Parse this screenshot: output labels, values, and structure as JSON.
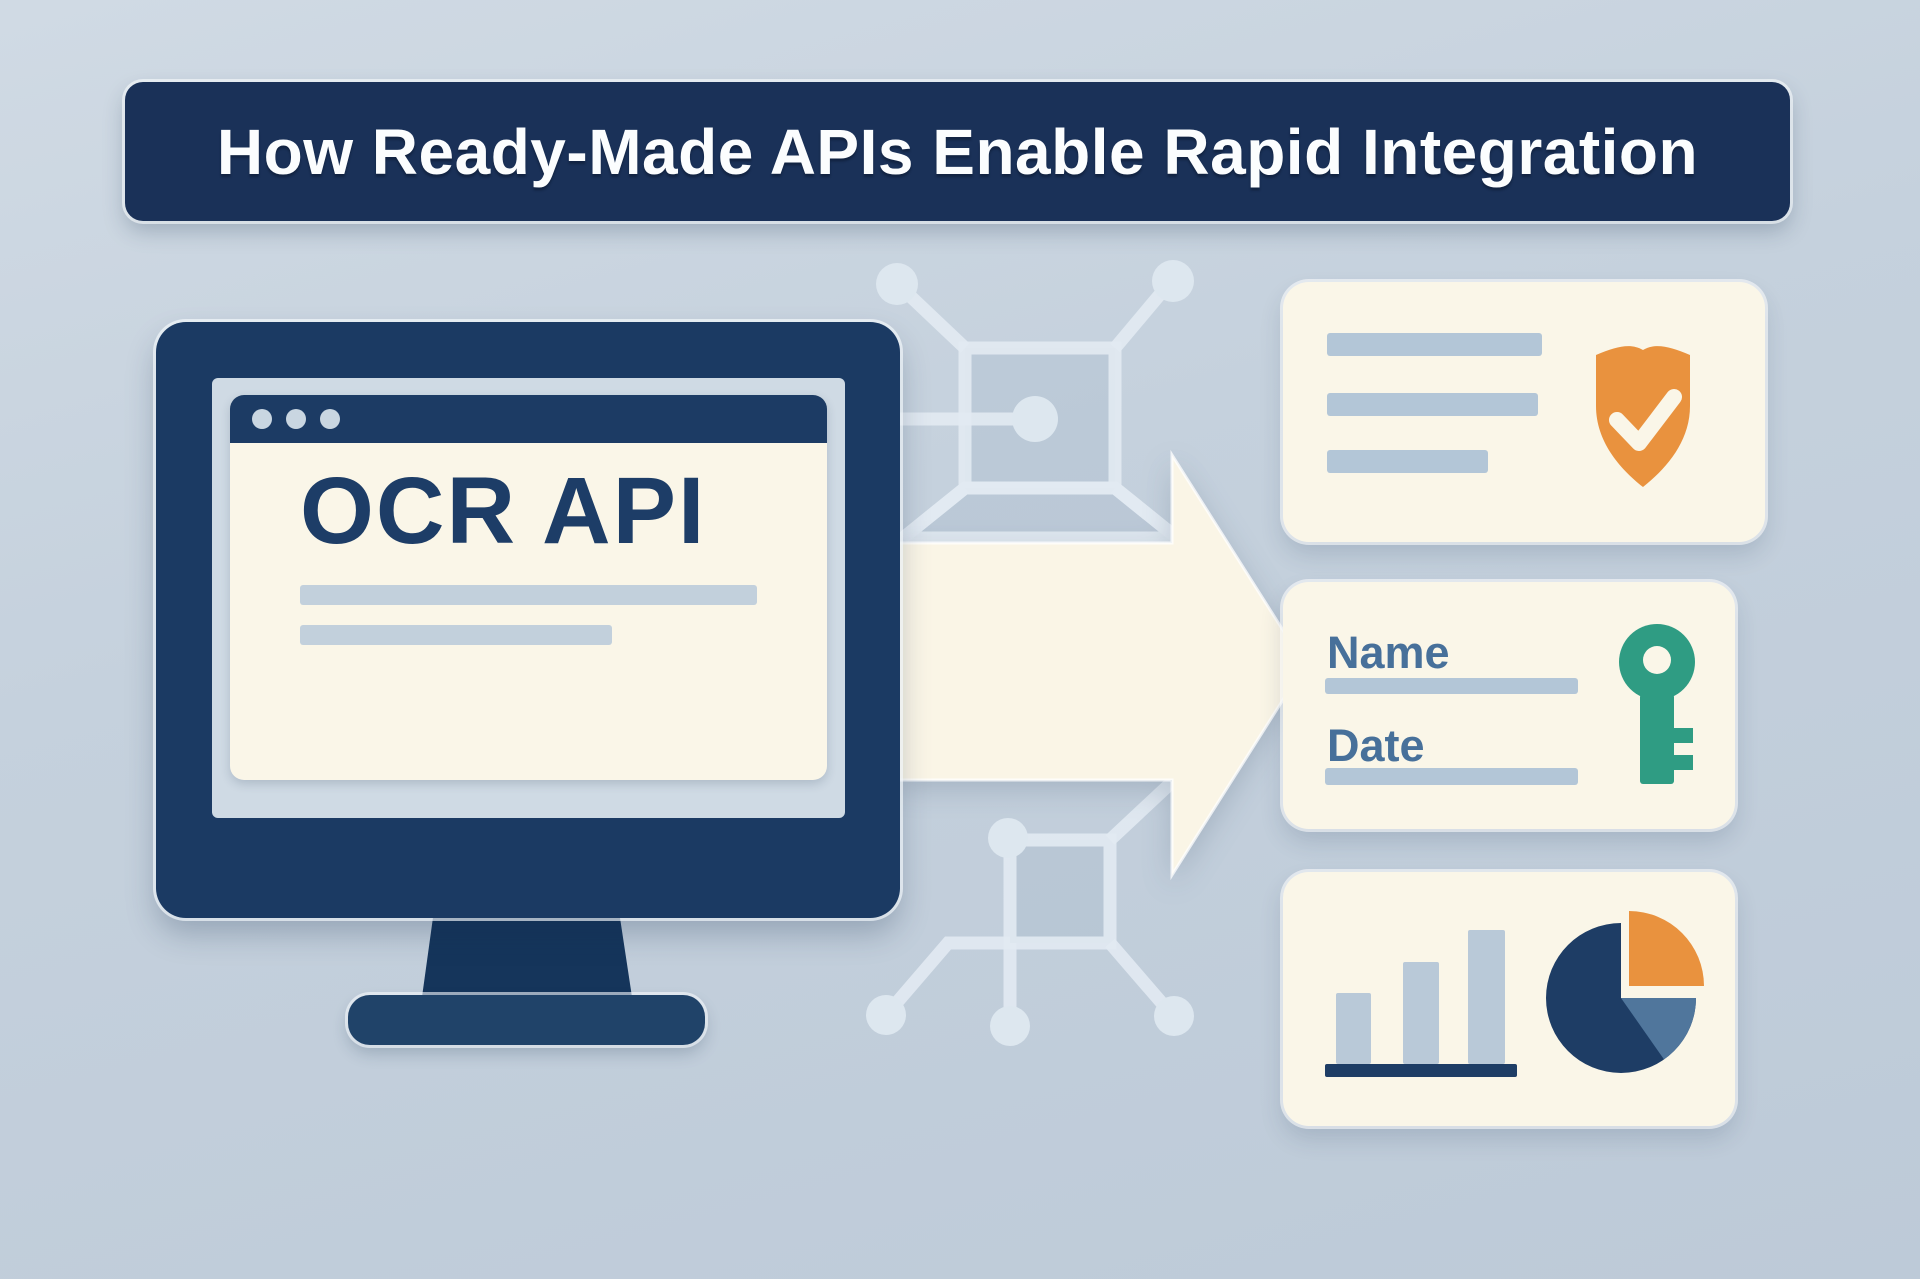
{
  "title": {
    "text": "How Ready-Made APIs Enable Rapid Integration"
  },
  "monitor": {
    "screen_label": "OCR API",
    "window_dots_count": 3,
    "placeholder_line_count": 2
  },
  "arrow": {
    "direction": "right",
    "meaning": "data flows from OCR API to outputs"
  },
  "cards": [
    {
      "id": "verified-document",
      "icon": "shield-check-icon",
      "placeholder_line_count": 3
    },
    {
      "id": "extracted-fields",
      "icon": "key-icon",
      "fields": [
        {
          "label": "Name"
        },
        {
          "label": "Date"
        }
      ]
    },
    {
      "id": "analytics",
      "icons": [
        "bar-chart-icon",
        "pie-chart-icon"
      ],
      "bar_chart": {
        "relative_heights": [
          71,
          102,
          134
        ]
      },
      "pie_chart": {
        "slices": [
          {
            "name": "main",
            "color": "#1e3d65",
            "fraction": 0.75
          },
          {
            "name": "secondary",
            "color": "#50769c",
            "fraction": 0.15
          },
          {
            "name": "exploded-quarter",
            "color": "#e9923e",
            "fraction": 0.25
          }
        ]
      }
    }
  ],
  "colors": {
    "background": "#c5d1dd",
    "navy": "#1a3158",
    "cream": "#faf6e8",
    "screen_blue": "#cfdae4",
    "placeholder_blue": "#b3c6d7",
    "accent_orange": "#e9923e",
    "accent_teal": "#2f9c83",
    "field_text_blue": "#47709a"
  }
}
